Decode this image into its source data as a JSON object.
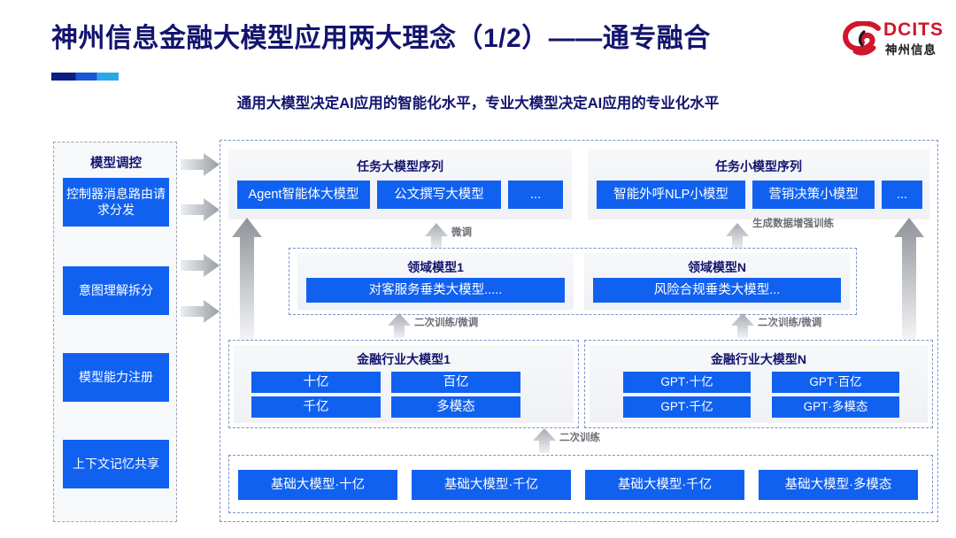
{
  "header": {
    "title": "神州信息金融大模型应用两大理念（1/2）——通专融合",
    "subtitle": "通用大模型决定AI应用的智能化水平，专业大模型决定AI应用的专业化水平",
    "logo_en": "DCITS",
    "logo_cn": "神州信息",
    "title_color": "#13146e",
    "logo_color": "#d1152b"
  },
  "sidebar": {
    "title": "模型调控",
    "items": [
      {
        "label": "控制器消息路由请求分发"
      },
      {
        "label": "意图理解拆分"
      },
      {
        "label": "模型能力注册"
      },
      {
        "label": "上下文记忆共享"
      }
    ]
  },
  "task_groups": [
    {
      "title": "任务大模型序列",
      "chips": [
        "Agent智能体大模型",
        "公文撰写大模型",
        "..."
      ]
    },
    {
      "title": "任务小模型序列",
      "chips": [
        "智能外呼NLP小模型",
        "营销决策小模型",
        "..."
      ]
    }
  ],
  "domain_groups": [
    {
      "title": "领域模型1",
      "chip": "对客服务垂类大模型....."
    },
    {
      "title": "领域模型N",
      "chip": "风险合规垂类大模型..."
    }
  ],
  "industry_groups": [
    {
      "title": "金融行业大模型1",
      "chips": [
        "十亿",
        "百亿",
        "千亿",
        "多模态"
      ]
    },
    {
      "title": "金融行业大模型N",
      "chips": [
        "GPT·十亿",
        "GPT·百亿",
        "GPT·千亿",
        "GPT·多模态"
      ]
    }
  ],
  "foundation": {
    "chips": [
      "基础大模型·十亿",
      "基础大模型·千亿",
      "基础大模型·千亿",
      "基础大模型·多模态"
    ]
  },
  "arrow_labels": {
    "finetune": "微调",
    "data_augment": "生成数据增强训练",
    "retrain_finetune_left": "二次训练/微调",
    "retrain_finetune_right": "二次训练/微调",
    "retrain": "二次训练"
  },
  "colors": {
    "chip_blue": "#1161f0",
    "title_navy": "#13146e",
    "dashed_border": "#7a93c8",
    "arrow_gray": "#9a9ea5"
  }
}
